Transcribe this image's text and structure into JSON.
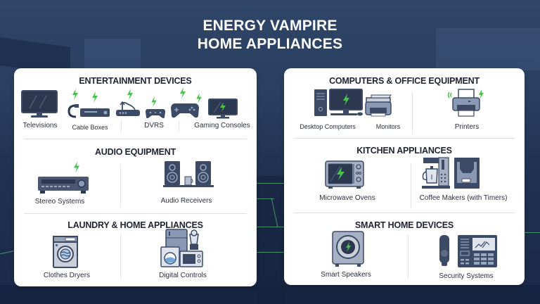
{
  "title": {
    "line1": "ENERGY VAMPIRE",
    "line2": "HOME APPLIANCES"
  },
  "colors": {
    "background": "#243a5c",
    "panel": "#ffffff",
    "icon_dark": "#3c4a66",
    "icon_screen": "#2b3850",
    "bolt_green": "#4cc24f",
    "circuit_green": "#6ee68c",
    "text": "#1f2430"
  },
  "left_panel": {
    "sections": [
      {
        "title": "ENTERTAINMENT DEVICES",
        "items": [
          {
            "label": "Televisions",
            "icon": "television-icon"
          },
          {
            "label": "Cable Boxes",
            "icon": "cable-box-icon"
          },
          {
            "label": "DVRS",
            "icon": "dvr-icon"
          },
          {
            "label": "Gaming Consoles",
            "icon": "game-controller-icon"
          }
        ]
      },
      {
        "title": "AUDIO EQUIPMENT",
        "items": [
          {
            "label": "Stereo Systems",
            "icon": "stereo-receiver-icon"
          },
          {
            "label": "Audio Receivers",
            "icon": "speakers-icon"
          }
        ]
      },
      {
        "title": "LAUNDRY & HOME APPLIANCES",
        "items": [
          {
            "label": "Clothes Dryers",
            "icon": "dryer-icon"
          },
          {
            "label": "Digital Controls",
            "icon": "home-appliances-icon"
          }
        ]
      }
    ]
  },
  "right_panel": {
    "sections": [
      {
        "title": "COMPUTERS & OFFICE EQUIPMENT",
        "items": [
          {
            "label": "Desktop Computers",
            "icon": "desktop-computer-icon"
          },
          {
            "label": "Monitors",
            "icon": "monitor-printer-icon"
          },
          {
            "label": "Printers",
            "icon": "wireless-printer-icon"
          }
        ]
      },
      {
        "title": "KITCHEN APPLIANCES",
        "items": [
          {
            "label": "Microwave Ovens",
            "icon": "microwave-icon"
          },
          {
            "label": "Coffee Makers (with Timers)",
            "icon": "coffee-maker-icon"
          }
        ]
      },
      {
        "title": "SMART HOME DEVICES",
        "items": [
          {
            "label": "Smart Speakers",
            "icon": "smart-speaker-icon"
          },
          {
            "label": "Security Systems",
            "icon": "security-panel-icon"
          }
        ]
      }
    ]
  }
}
